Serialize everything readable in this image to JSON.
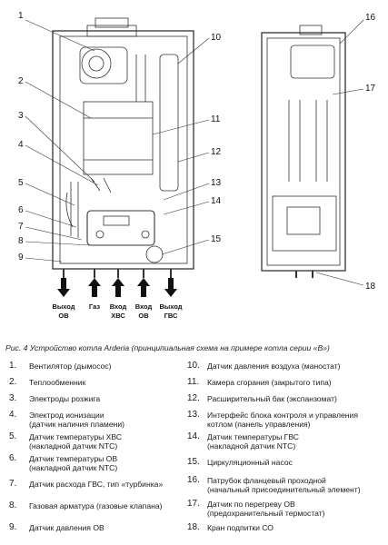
{
  "callouts": [
    "1",
    "2",
    "3",
    "4",
    "5",
    "6",
    "7",
    "8",
    "9",
    "10",
    "11",
    "12",
    "13",
    "14",
    "15",
    "16",
    "17",
    "18"
  ],
  "flows": [
    {
      "lines": [
        "Выход",
        "ОВ"
      ],
      "dir": "down"
    },
    {
      "lines": [
        "Газ"
      ],
      "dir": "up"
    },
    {
      "lines": [
        "Вход",
        "ХВС"
      ],
      "dir": "up"
    },
    {
      "lines": [
        "Вход",
        "ОВ"
      ],
      "dir": "up"
    },
    {
      "lines": [
        "Выход",
        "ГВС"
      ],
      "dir": "down"
    }
  ],
  "caption": "Рис. 4  Устройство котла Arderia (принципиальная схема на примере котла серии «В»)",
  "legend": [
    {
      "num": "1.",
      "text": "Вентилятор (дымосос)"
    },
    {
      "num": "2.",
      "text": "Теплообменник"
    },
    {
      "num": "3.",
      "text": "Электроды розжига"
    },
    {
      "num": "4.",
      "text": "Электрод ионизации\n(датчик наличия пламени)"
    },
    {
      "num": "5.",
      "text": "Датчик температуры ХВС\n(накладной датчик NTC)"
    },
    {
      "num": "6.",
      "text": "Датчик температуры ОВ\n(накладной датчик NTC)"
    },
    {
      "num": "7.",
      "text": "Датчик расхода ГВС, тип «турбинка»"
    },
    {
      "num": "8.",
      "text": "Газовая арматура (газовые клапана)"
    },
    {
      "num": "9.",
      "text": "Датчик давления ОВ"
    },
    {
      "num": "10.",
      "text": "Датчик давления воздуха (маностат)"
    },
    {
      "num": "11.",
      "text": "Камера сгорания (закрытого типа)"
    },
    {
      "num": "12.",
      "text": "Расширительный бак (экспанзомат)"
    },
    {
      "num": "13.",
      "text": "Интерфейс блока контроля и управления\nкотлом (панель управления)"
    },
    {
      "num": "14.",
      "text": "Датчик температуры ГВС\n(накладной датчик NTC)"
    },
    {
      "num": "15.",
      "text": "Циркуляционный насос"
    },
    {
      "num": "16.",
      "text": "Патрубок фланцевый проходной\n(начальный присоединительный элемент)"
    },
    {
      "num": "17.",
      "text": "Датчик по перегреву ОВ\n(предохранительный термостат)"
    },
    {
      "num": "18.",
      "text": "Кран подпитки СО"
    }
  ]
}
